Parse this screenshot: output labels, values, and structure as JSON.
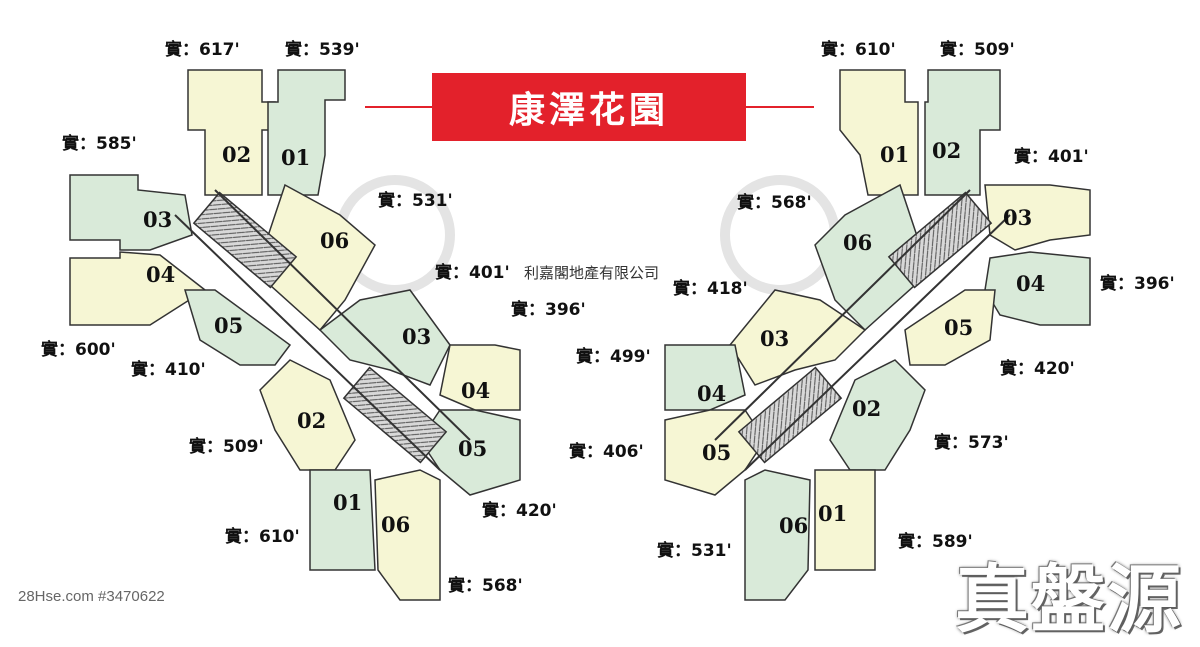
{
  "title": "康澤花園",
  "agency": "利嘉閣地產有限公司",
  "footer_id": "28Hse.com #3470622",
  "brand": "真盤源",
  "colors": {
    "banner": "#e3212b",
    "unit_green": "#d9ead9",
    "unit_yellow": "#f6f6d4",
    "wall": "#333333",
    "core": "#9a9a9a"
  },
  "left_block": {
    "units": [
      "02",
      "01",
      "03",
      "06",
      "04",
      "05",
      "03",
      "04",
      "02",
      "05",
      "01",
      "06"
    ],
    "areas": [
      "實：617'",
      "實：539'",
      "實：585'",
      "實：531'",
      "實：401'",
      "實：396'",
      "實：600'",
      "實：410'",
      "實：509'",
      "實：420'",
      "實：610'",
      "實：568'"
    ]
  },
  "right_block": {
    "units": [
      "01",
      "02",
      "03",
      "06",
      "04",
      "05",
      "03",
      "04",
      "02",
      "05",
      "06",
      "01"
    ],
    "areas": [
      "實：610'",
      "實：509'",
      "實：401'",
      "實：568'",
      "實：418'",
      "實：396'",
      "實：499'",
      "實：420'",
      "實：573'",
      "實：406'",
      "實：531'",
      "實：589'"
    ]
  }
}
